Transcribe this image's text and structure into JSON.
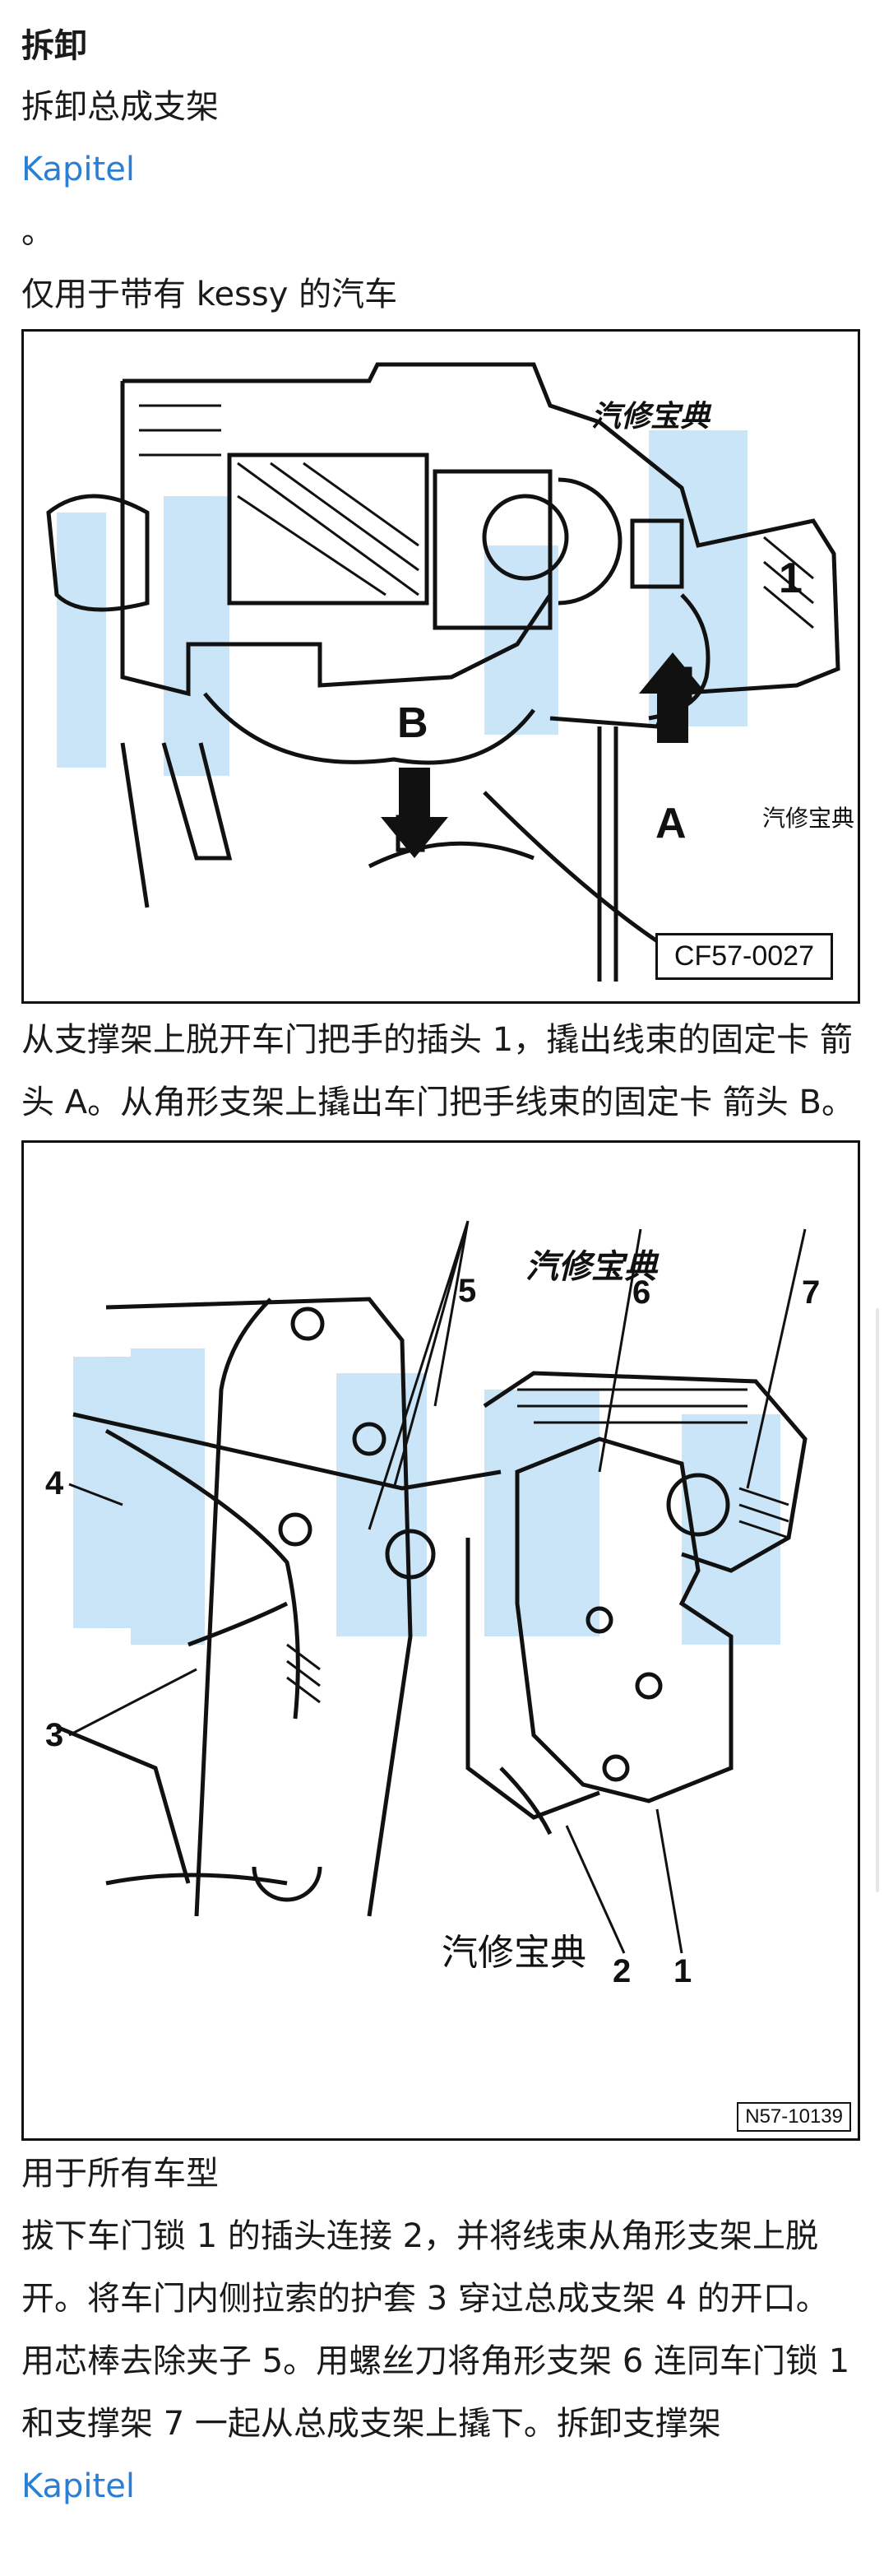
{
  "section": {
    "heading": "拆卸",
    "title": "拆卸总成支架",
    "link_top": "Kapitel",
    "dot": "。",
    "applies_kessy": "仅用于带有 kessy 的汽车"
  },
  "figure1": {
    "callout_1": "1",
    "callout_A": "A",
    "callout_B": "B",
    "watermark_script": "汽修宝典",
    "watermark_text": "汽修宝典",
    "code": "CF57-0027"
  },
  "para1": "从支撑架上脱开车门把手的插头 1，撬出线束的固定卡 箭头 A。从角形支架上撬出车门把手线束的固定卡 箭头 B。",
  "figure2": {
    "callout_1": "1",
    "callout_2": "2",
    "callout_3": "3",
    "callout_4": "4",
    "callout_5": "5",
    "callout_6": "6",
    "callout_7": "7",
    "watermark_script": "汽修宝典",
    "watermark_text": "汽修宝典",
    "code": "N57-10139"
  },
  "applies_all": "用于所有车型",
  "para2": "拔下车门锁 1 的插头连接 2，并将线束从角形支架上脱开。将车门内侧拉索的护套 3 穿过总成支架 4 的开口。用芯棒去除夹子 5。用螺丝刀将角形支架 6 连同车门锁 1 和支撑架 7 一起从总成支架上撬下。拆卸支撑架",
  "link_bottom": "Kapitel",
  "colors": {
    "link": "#2a7fd4",
    "text": "#1a1a1a",
    "watermark_blue": "#b9dcf5"
  }
}
